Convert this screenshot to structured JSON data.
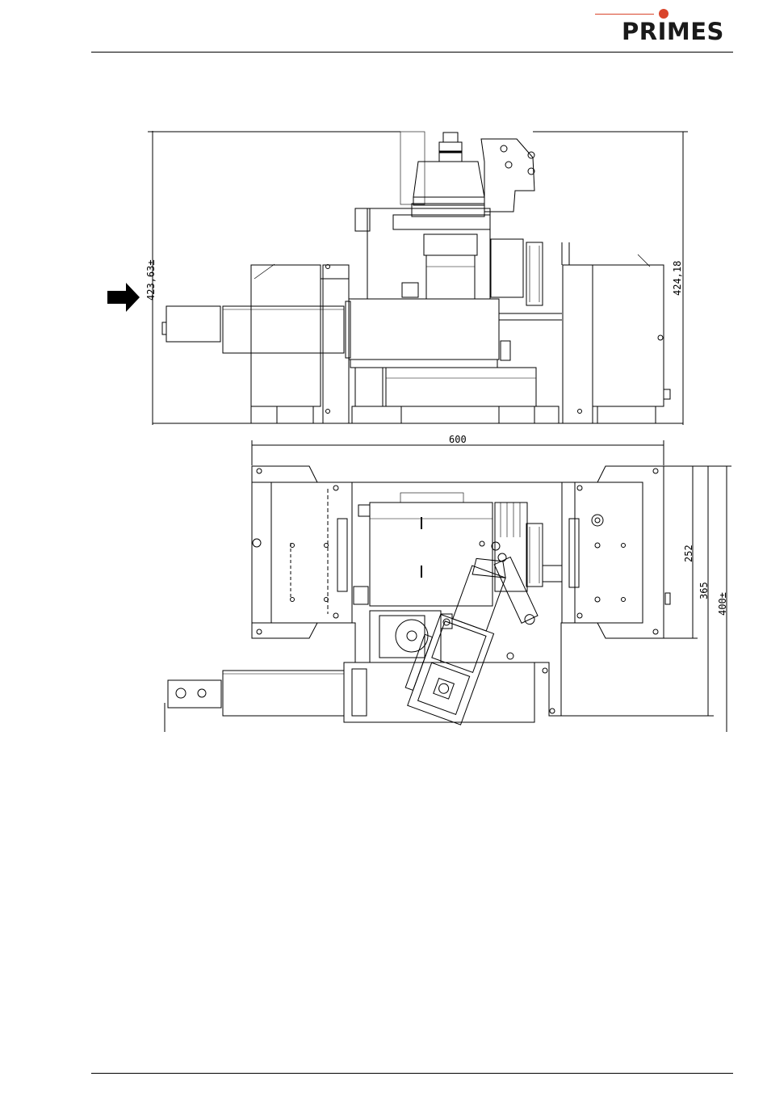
{
  "brand": {
    "name": "PRIMES",
    "accent": "#d9442b"
  },
  "drawing": {
    "front_view": {
      "dim_height_left": "423,63±",
      "dim_height_right": "424,18"
    },
    "top_view": {
      "dim_width": "600",
      "dim_depth_a": "252",
      "dim_depth_b": "365",
      "dim_depth_c": "400±"
    },
    "arrow_icon": "right-arrow-icon"
  }
}
